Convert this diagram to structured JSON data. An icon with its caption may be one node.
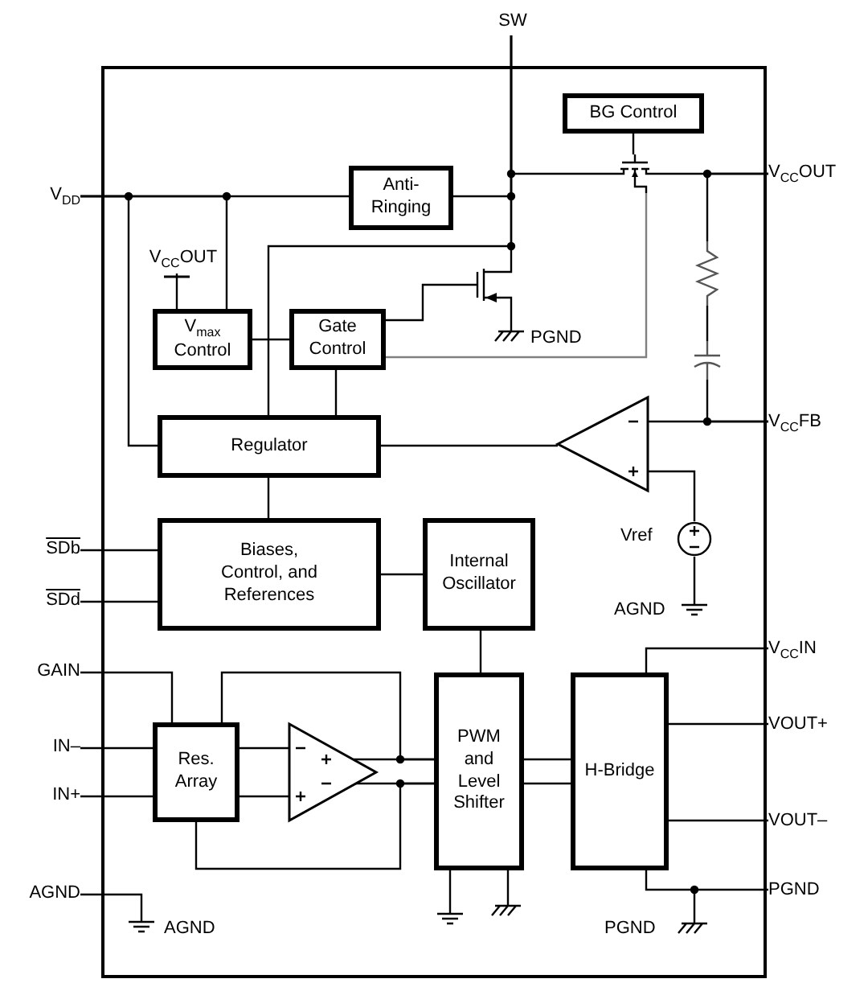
{
  "diagram": {
    "nodes": [
      {
        "text": [
          "SW"
        ]
      },
      {
        "text": [
          "BG Control"
        ]
      },
      {
        "text": [
          "V$_{CC}$OUT"
        ]
      },
      {
        "text": [],
        "shape": "transistor"
      },
      {
        "text": [
          "V$_{DD}$"
        ]
      },
      {
        "text": [
          "Anti-Ringing"
        ]
      },
      {
        "text": [
          "V$_{CC}$OUT"
        ]
      },
      {
        "text": [],
        "shape": "transistor"
      },
      {
        "text": [],
        "shape": "resistor"
      },
      {
        "text": [
          "V$_{max}$ Control"
        ]
      },
      {
        "text": [
          "Gate Control"
        ]
      },
      {
        "text": [],
        "shape": "capacitor"
      },
      {
        "text": [
          "Regulator"
        ]
      },
      {
        "text": [],
        "shape": "triangle"
      },
      {
        "text": [
          "V$_{CC}$FB"
        ]
      },
      {
        "text": [],
        "shape": "circle",
        "beside": [
          "Vref"
        ]
      },
      {
        "text": [
          "SDb"
        ]
      },
      {
        "text": [
          "Biases, Control, and References"
        ]
      },
      {
        "text": [
          "Internal Oscillator"
        ]
      },
      {
        "text": [
          "SDd"
        ]
      },
      {
        "text": [
          "V$_{CC}$IN"
        ]
      },
      {
        "text": [
          "GAIN"
        ]
      },
      {
        "text": [
          "PWM and Level Shifter"
        ]
      },
      {
        "text": [
          "H-Bridge"
        ]
      },
      {
        "text": [
          "Res. Array"
        ]
      },
      {
        "text": [],
        "shape": "triangle"
      },
      {
        "text": [
          "IN–"
        ]
      },
      {
        "text": [
          "VOUT+"
        ]
      },
      {
        "text": [
          "IN+"
        ]
      },
      {
        "text": [
          "VOUT–"
        ]
      },
      {
        "text": [
          "AGND"
        ]
      },
      {
        "text": [
          "PGND"
        ]
      }
    ],
    "edges": [
      {
        "from": 0,
        "to": 5,
        "arrow": "none"
      },
      {
        "from": 0,
        "to": 3,
        "arrow": "none"
      },
      {
        "from": 3,
        "to": 2,
        "arrow": "none"
      },
      {
        "from": 1,
        "to": 3,
        "arrow": "none"
      },
      {
        "from": 4,
        "to": 5,
        "arrow": "none"
      },
      {
        "from": 4,
        "to": 9,
        "arrow": "none"
      },
      {
        "from": 4,
        "to": 12,
        "arrow": "none"
      },
      {
        "from": 6,
        "to": 9,
        "arrow": "none"
      },
      {
        "from": 0,
        "to": 7,
        "arrow": "none"
      },
      {
        "from": 0,
        "to": 12,
        "arrow": "none"
      },
      {
        "from": 10,
        "to": 7,
        "arrow": "none"
      },
      {
        "from": 10,
        "to": 3,
        "arrow": "none",
        "color": "#808080"
      },
      {
        "from": 9,
        "to": 10,
        "arrow": "none"
      },
      {
        "from": 10,
        "to": 12,
        "arrow": "none"
      },
      {
        "from": 2,
        "to": 8,
        "arrow": "none"
      },
      {
        "from": 8,
        "to": 11,
        "arrow": "none"
      },
      {
        "from": 11,
        "to": 14,
        "arrow": "none"
      },
      {
        "from": 12,
        "to": 13,
        "arrow": "none"
      },
      {
        "from": 13,
        "to": 14,
        "arrow": "none"
      },
      {
        "from": 13,
        "to": 15,
        "arrow": "none"
      },
      {
        "from": 12,
        "to": 17,
        "arrow": "none"
      },
      {
        "from": 16,
        "to": 17,
        "arrow": "none"
      },
      {
        "from": 19,
        "to": 17,
        "arrow": "none"
      },
      {
        "from": 17,
        "to": 18,
        "arrow": "none"
      },
      {
        "from": 18,
        "to": 22,
        "arrow": "none"
      },
      {
        "from": 20,
        "to": 23,
        "arrow": "none"
      },
      {
        "from": 21,
        "to": 24,
        "arrow": "none"
      },
      {
        "from": 24,
        "to": 25,
        "arrow": "none"
      },
      {
        "from": 24,
        "to": 25,
        "arrow": "none"
      },
      {
        "from": 25,
        "to": 22,
        "arrow": "none"
      },
      {
        "from": 25,
        "to": 22,
        "arrow": "none"
      },
      {
        "from": 24,
        "to": 22,
        "arrow": "none"
      },
      {
        "from": 24,
        "to": 22,
        "arrow": "none"
      },
      {
        "from": 22,
        "to": 23,
        "arrow": "none"
      },
      {
        "from": 22,
        "to": 23,
        "arrow": "none"
      },
      {
        "from": 23,
        "to": 27,
        "arrow": "none"
      },
      {
        "from": 23,
        "to": 29,
        "arrow": "none"
      },
      {
        "from": 23,
        "to": 31,
        "arrow": "none"
      },
      {
        "from": 26,
        "to": 24,
        "arrow": "none"
      },
      {
        "from": 28,
        "to": 24,
        "arrow": "none"
      }
    ],
    "labels": [
      "PGND",
      "AGND",
      "AGND",
      "PGND"
    ]
  }
}
